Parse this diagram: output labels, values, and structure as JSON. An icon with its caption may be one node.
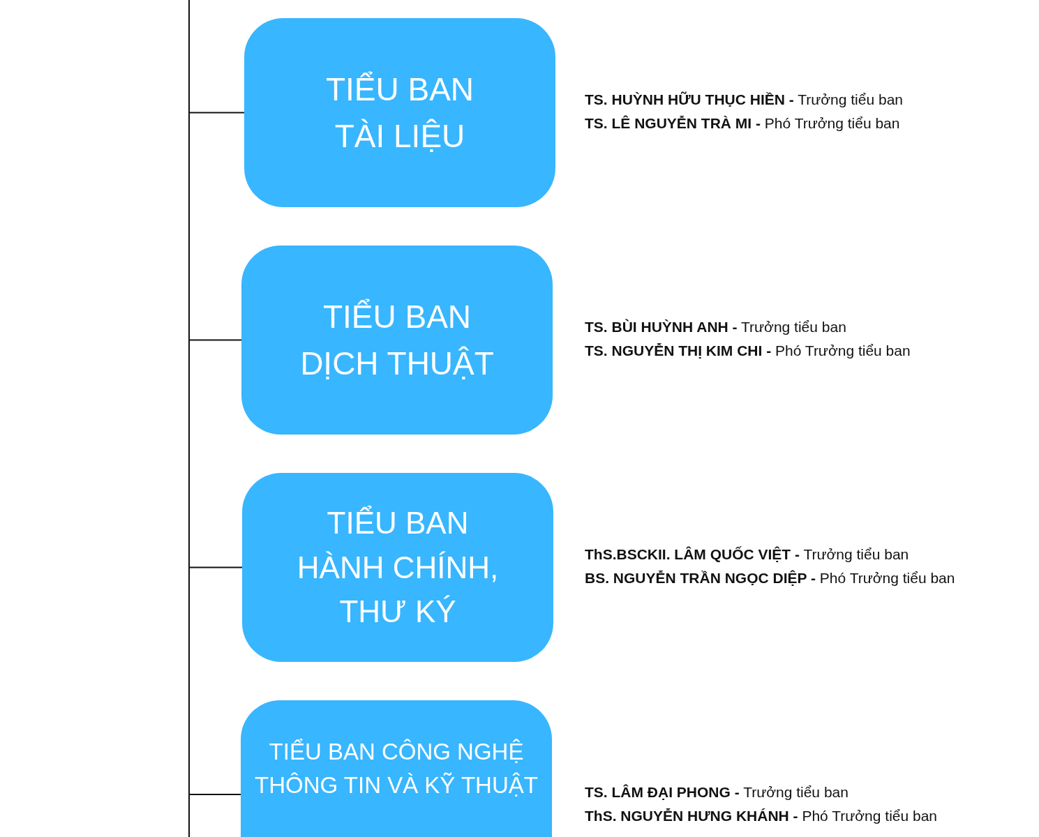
{
  "diagram": {
    "nodes": [
      {
        "text": [
          "TIỂU BAN TÀI LIỆU"
        ],
        "beside": [
          "**TS. HUỲNH HỮU THỤC HIỀN -** Trưởng tiểu ban",
          "**TS. LÊ NGUYỄN TRÀ MI -** Phó Trưởng tiểu ban"
        ]
      },
      {
        "text": [
          "TIỂU BAN DỊCH THUẬT"
        ],
        "beside": [
          "**TS. BÙI HUỲNH ANH -** Trưởng tiểu ban",
          "**TS. NGUYỄN THỊ KIM CHI -** Phó Trưởng tiểu ban"
        ]
      },
      {
        "text": [
          "TIỂU BAN HÀNH CHÍNH, THƯ KÝ"
        ],
        "beside": [
          "**ThS.BSCKII. LÂM QUỐC VIỆT -** Trưởng tiểu ban",
          "**BS. NGUYỄN TRẦN NGỌC DIỆP -** Phó Trưởng tiểu ban"
        ]
      },
      {
        "text": [
          "TIỂU BAN CÔNG NGHỆ THÔNG TIN VÀ KỸ THUẬT"
        ],
        "beside": [
          "**TS. LÂM ĐẠI PHONG -** Trưởng tiểu ban",
          "**ThS. NGUYỄN HƯNG KHÁNH -** Phó Trưởng tiểu ban"
        ]
      }
    ],
    "edges": [
      {
        "from": null,
        "to": 0,
        "arrow": "none"
      },
      {
        "from": null,
        "to": 1,
        "arrow": "none"
      },
      {
        "from": null,
        "to": 2,
        "arrow": "none"
      },
      {
        "from": null,
        "to": 3,
        "arrow": "none"
      }
    ]
  }
}
